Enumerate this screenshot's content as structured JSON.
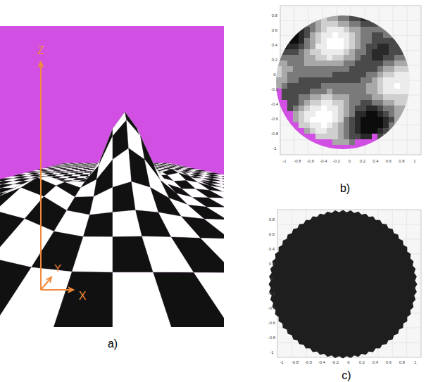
{
  "diagram": {
    "labels": [
      "a)",
      "Z",
      "Y",
      "X",
      "b)",
      "c)",
      "0.8",
      "0.6",
      "0.4",
      "0.2",
      "0",
      "-0.2",
      "-0.4",
      "-0.6",
      "-0.8",
      "-1",
      "-1",
      "-0.8",
      "-0.6",
      "-0.4",
      "-0.2",
      "0",
      "0.2",
      "0.4",
      "0.6",
      "0.8",
      "1",
      "0.8",
      "0.6",
      "0.4",
      "0.2",
      "0",
      "-0.2",
      "-0.4",
      "-0.6",
      "-0.8",
      "-1",
      "-1",
      "-0.8",
      "-0.6",
      "-0.4",
      "-0.2",
      "0",
      "0.2",
      "0.4",
      "0.6",
      "0.8",
      "1"
    ]
  }
}
